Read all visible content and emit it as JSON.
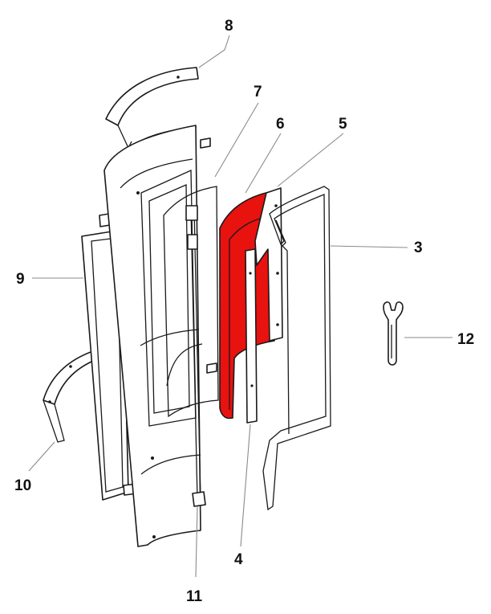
{
  "diagram": {
    "highlight_color": "#e8120f",
    "line_color": "#1a1a1a",
    "leader_color": "#8a8a8a",
    "callouts": [
      {
        "id": "c8",
        "label": "8"
      },
      {
        "id": "c7",
        "label": "7"
      },
      {
        "id": "c6",
        "label": "6"
      },
      {
        "id": "c5",
        "label": "5"
      },
      {
        "id": "c3",
        "label": "3"
      },
      {
        "id": "c9",
        "label": "9"
      },
      {
        "id": "c12",
        "label": "12"
      },
      {
        "id": "c10",
        "label": "10"
      },
      {
        "id": "c4",
        "label": "4"
      },
      {
        "id": "c11",
        "label": "11"
      }
    ]
  }
}
